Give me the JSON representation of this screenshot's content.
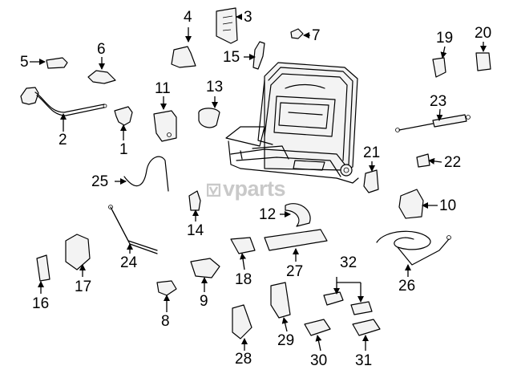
{
  "watermark": "vparts",
  "callouts": [
    {
      "id": "c1",
      "text": "1"
    },
    {
      "id": "c2",
      "text": "2"
    },
    {
      "id": "c3",
      "text": "3"
    },
    {
      "id": "c4",
      "text": "4"
    },
    {
      "id": "c5",
      "text": "5"
    },
    {
      "id": "c6",
      "text": "6"
    },
    {
      "id": "c7",
      "text": "7"
    },
    {
      "id": "c8",
      "text": "8"
    },
    {
      "id": "c9",
      "text": "9"
    },
    {
      "id": "c10",
      "text": "10"
    },
    {
      "id": "c11",
      "text": "11"
    },
    {
      "id": "c12",
      "text": "12"
    },
    {
      "id": "c13",
      "text": "13"
    },
    {
      "id": "c14",
      "text": "14"
    },
    {
      "id": "c15",
      "text": "15"
    },
    {
      "id": "c16",
      "text": "16"
    },
    {
      "id": "c17",
      "text": "17"
    },
    {
      "id": "c18",
      "text": "18"
    },
    {
      "id": "c19",
      "text": "19"
    },
    {
      "id": "c20",
      "text": "20"
    },
    {
      "id": "c21",
      "text": "21"
    },
    {
      "id": "c22",
      "text": "22"
    },
    {
      "id": "c23",
      "text": "23"
    },
    {
      "id": "c24",
      "text": "24"
    },
    {
      "id": "c25",
      "text": "25"
    },
    {
      "id": "c26",
      "text": "26"
    },
    {
      "id": "c27",
      "text": "27"
    },
    {
      "id": "c28",
      "text": "28"
    },
    {
      "id": "c29",
      "text": "29"
    },
    {
      "id": "c30",
      "text": "30"
    },
    {
      "id": "c31",
      "text": "31"
    },
    {
      "id": "c32",
      "text": "32"
    }
  ]
}
